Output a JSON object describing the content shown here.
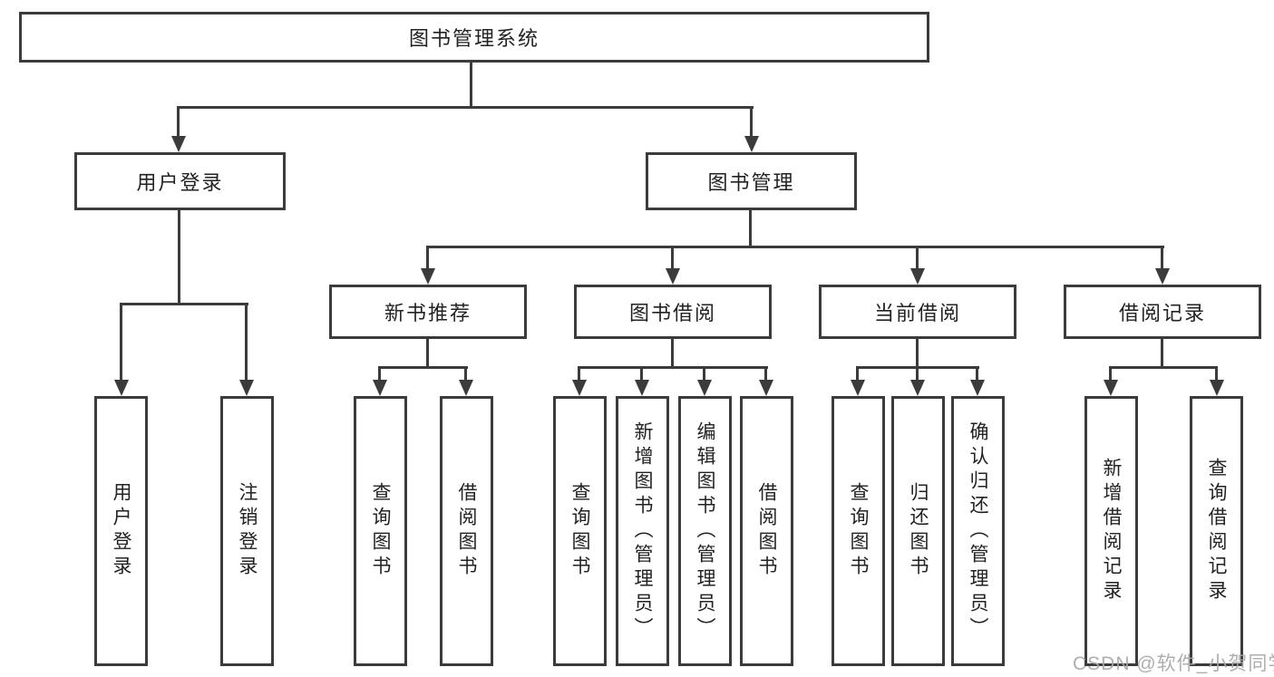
{
  "diagram_title": "图书管理系统",
  "colors": {
    "line": "#3b3b3b",
    "text": "#222222",
    "box_bg": "#ffffff",
    "watermark": "#a8a8a8"
  },
  "watermark": {
    "text": "CSDN @软件_小贺同学"
  },
  "tree": {
    "label": "图书管理系统",
    "children": [
      {
        "label": "用户登录",
        "children": [
          {
            "label": "用户登录"
          },
          {
            "label": "注销登录"
          }
        ]
      },
      {
        "label": "图书管理",
        "children": [
          {
            "label": "新书推荐",
            "children": [
              {
                "label": "查询图书"
              },
              {
                "label": "借阅图书"
              }
            ]
          },
          {
            "label": "图书借阅",
            "children": [
              {
                "label": "查询图书"
              },
              {
                "label": "新增图书（管理员）"
              },
              {
                "label": "编辑图书（管理员）"
              },
              {
                "label": "借阅图书"
              }
            ]
          },
          {
            "label": "当前借阅",
            "children": [
              {
                "label": "查询图书"
              },
              {
                "label": "归还图书"
              },
              {
                "label": "确认归还（管理员）"
              }
            ]
          },
          {
            "label": "借阅记录",
            "children": [
              {
                "label": "新增借阅记录"
              },
              {
                "label": "查询借阅记录"
              }
            ]
          }
        ]
      }
    ]
  }
}
